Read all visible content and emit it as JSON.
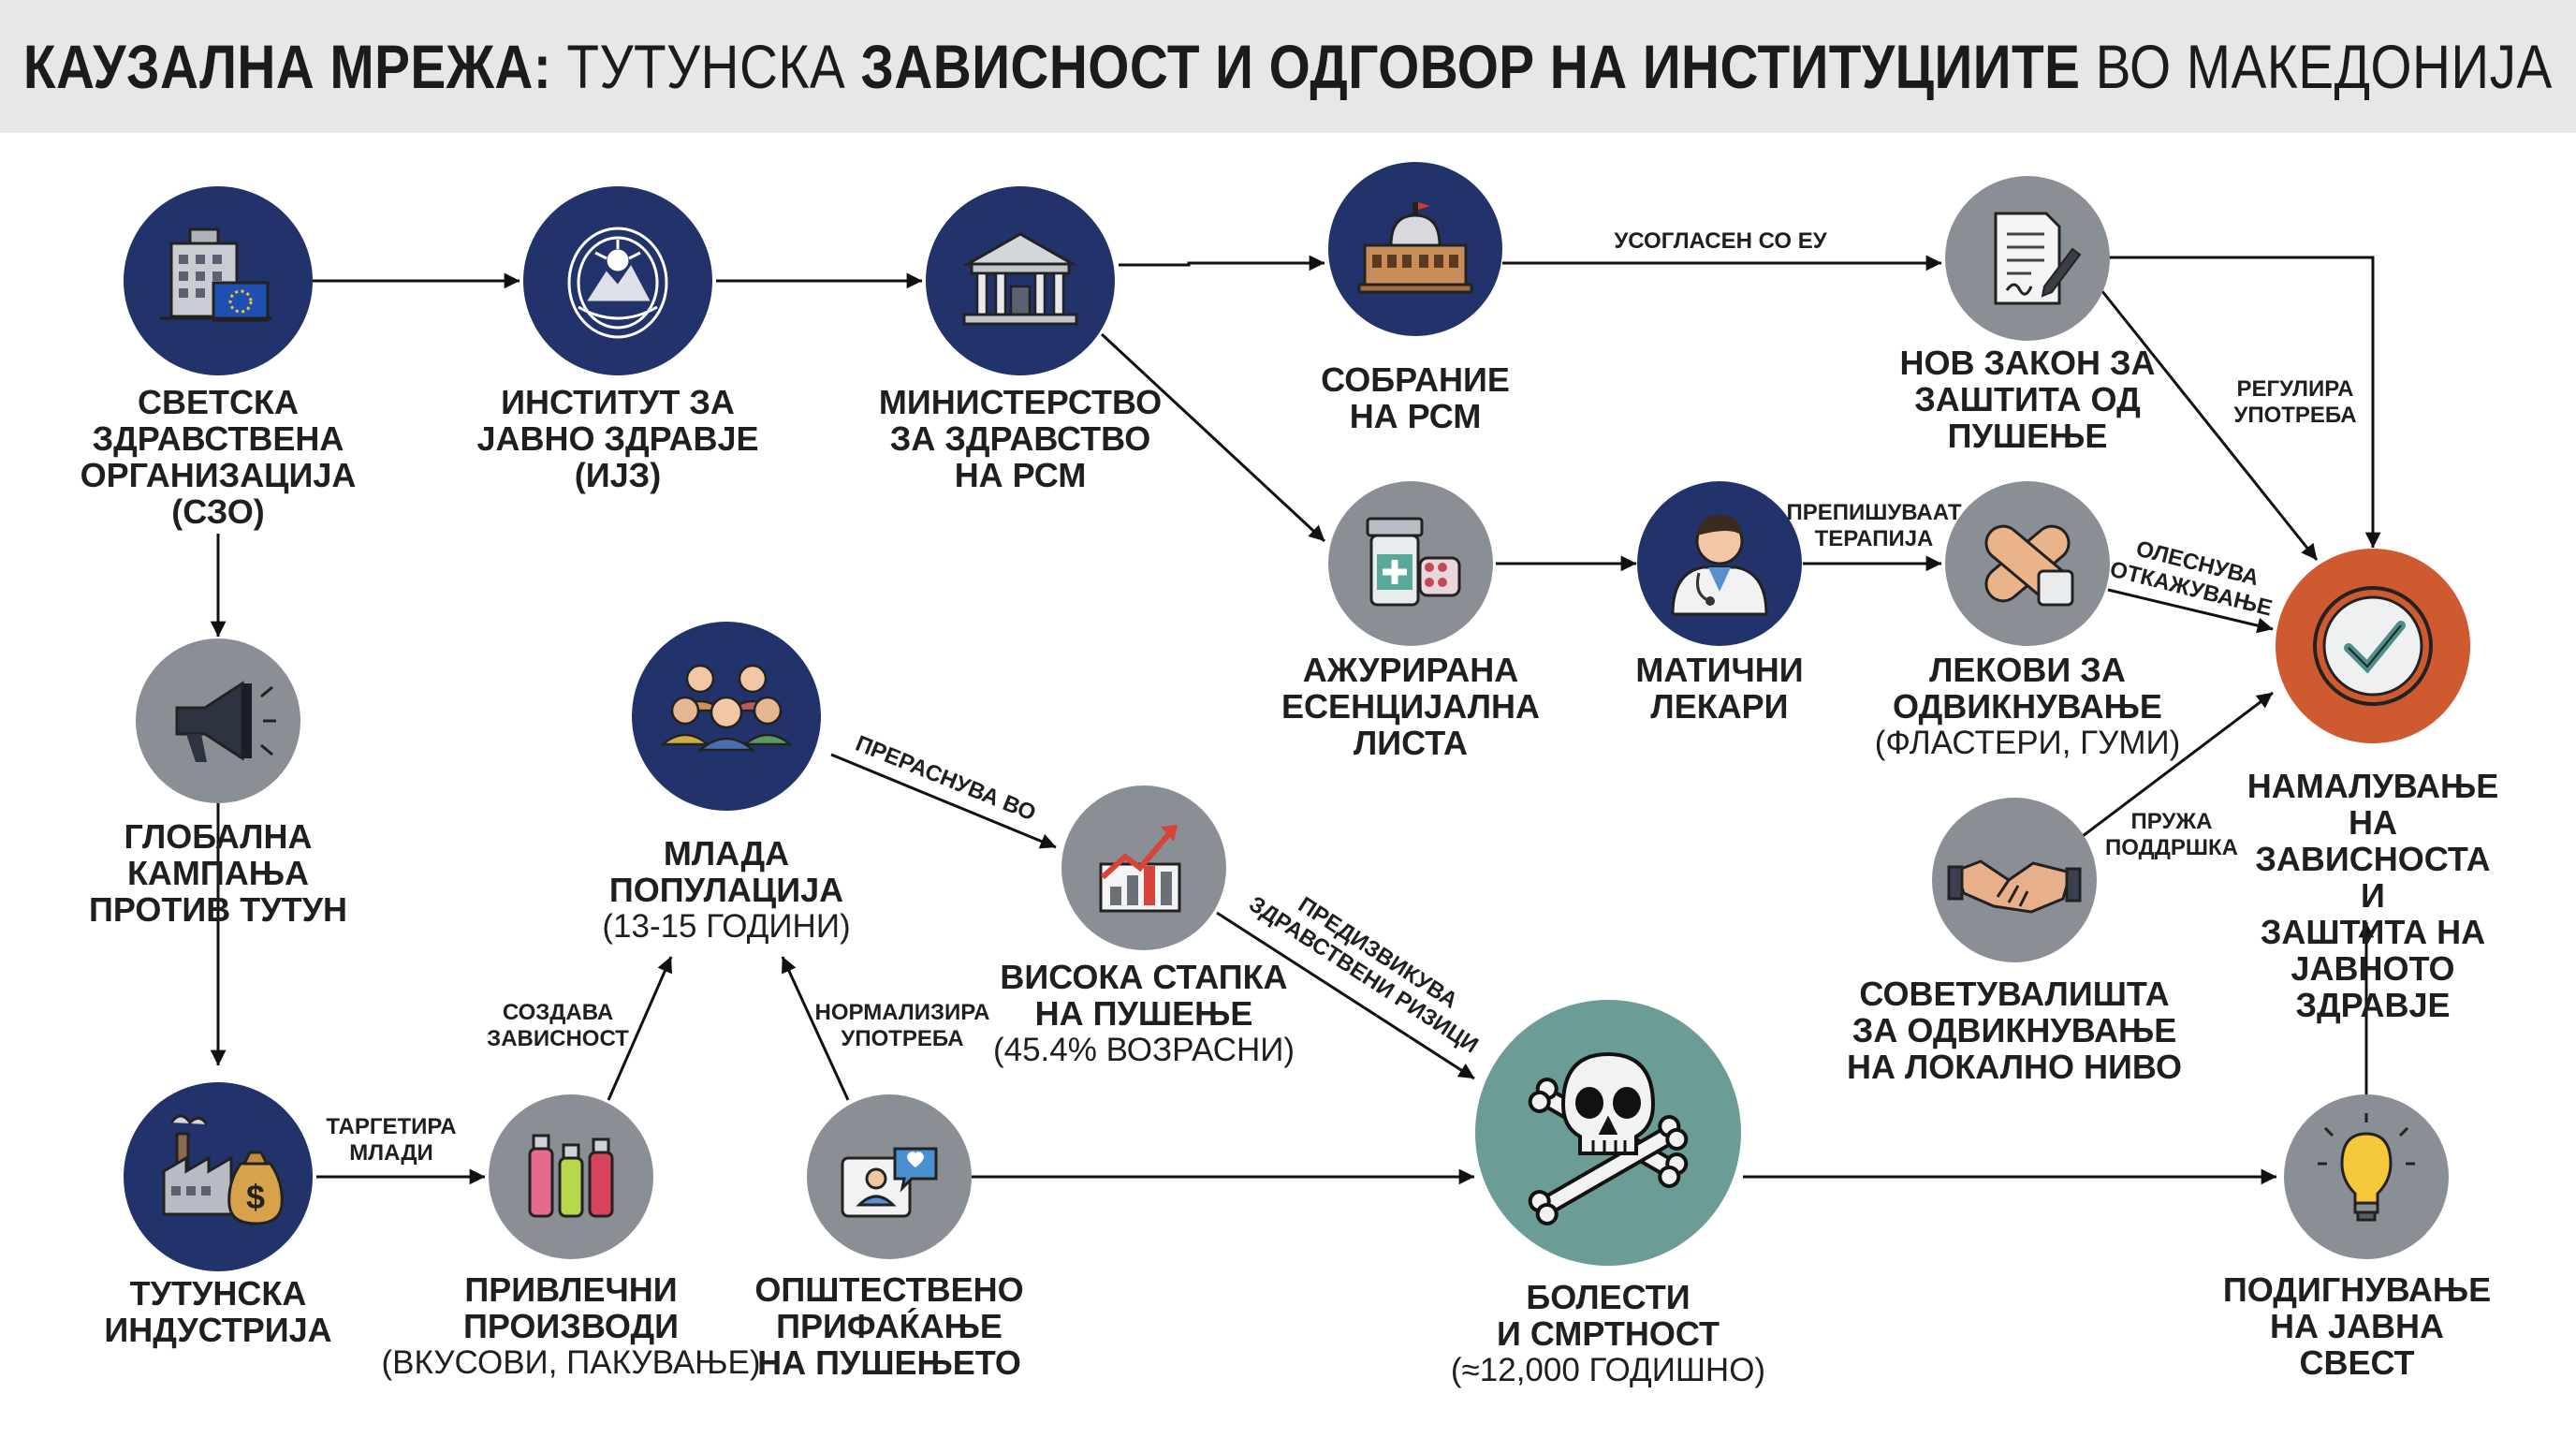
{
  "title": {
    "part1": "КАУЗАЛНА МРЕЖА:",
    "part2": "ТУТУНСКА",
    "part3": "ЗАВИСНОСТ И ОДГОВОР НА ИНСТИТУЦИИТЕ",
    "part4": "ВО МАКЕДОНИЈА"
  },
  "colors": {
    "navy": "#22326a",
    "gray": "#8a8e95",
    "teal": "#6c9c96",
    "orange": "#d05a30",
    "arrow": "#111111"
  },
  "nodes": {
    "who": {
      "label": "СВЕТСКА\nЗДРАВСТВЕНА\nОРГАНИЗАЦИЈА\n(СЗО)",
      "icon": "building-eu-flag-icon"
    },
    "ijz": {
      "label": "ИНСТИТУТ ЗА\nЈАВНО ЗДРАВЈЕ\n(ИЈЗ)",
      "icon": "coat-of-arms-icon"
    },
    "ministry": {
      "label": "МИНИСТЕРСТВО\nЗА ЗДРАВСТВО\nНА РСМ",
      "icon": "government-building-icon"
    },
    "parliament": {
      "label": "СОБРАНИЕ\nНА РСМ",
      "icon": "parliament-dome-icon"
    },
    "law": {
      "label": "НОВ ЗАКОН ЗА\nЗАШТИТА ОД\nПУШЕЊЕ",
      "icon": "document-pen-icon"
    },
    "campaign": {
      "label": "ГЛОБАЛНА\nКАМПАЊА\nПРОТИВ ТУТУН",
      "icon": "megaphone-icon"
    },
    "list": {
      "label": "АЖУРИРАНА\nЕСЕНЦИЈАЛНА\nЛИСТА",
      "icon": "medicine-bottle-icon"
    },
    "doctors": {
      "label": "МАТИЧНИ\nЛЕКАРИ",
      "icon": "doctor-icon"
    },
    "drugs": {
      "label": "ЛЕКОВИ ЗА\nОДВИКНУВАЊЕ",
      "sub": "(ФЛАСТЕРИ, ГУМИ)",
      "icon": "patch-icon"
    },
    "youth": {
      "label": "МЛАДА\nПОПУЛАЦИЈА",
      "sub": "(13-15 ГОДИНИ)",
      "icon": "people-group-icon"
    },
    "rate": {
      "label": "ВИСОКА СТАПКА\nНА ПУШЕЊЕ",
      "sub": "(45.4% ВОЗРАСНИ)",
      "icon": "rising-chart-icon"
    },
    "goal": {
      "label": "НАМАЛУВАЊЕ НА\nЗАВИСНОСТА И\nЗАШТИТА НА\nЈАВНОТО ЗДРАВЈЕ",
      "icon": "checkmark-icon"
    },
    "centers": {
      "label": "СОВЕТУВАЛИШТА\nЗА ОДВИКНУВАЊЕ\nНА ЛОКАЛНО НИВО",
      "icon": "handshake-icon"
    },
    "industry": {
      "label": "ТУТУНСКА\nИНДУСТРИЈА",
      "icon": "factory-money-icon"
    },
    "products": {
      "label": "ПРИВЛЕЧНИ\nПРОИЗВОДИ",
      "sub": "(ВКУСОВИ, ПАКУВАЊЕ)",
      "icon": "vape-devices-icon"
    },
    "acceptance": {
      "label": "ОПШТЕСТВЕНО\nПРИФАЌАЊЕ\nНА ПУШЕЊЕТО",
      "icon": "social-like-icon"
    },
    "disease": {
      "label": "БОЛЕСТИ\nИ СМРТНОСТ",
      "sub": "(≈12,000 ГОДИШНО)",
      "icon": "skull-crossbones-icon"
    },
    "awareness": {
      "label": "ПОДИГНУВАЊЕ\nНА ЈАВНА СВЕСТ",
      "icon": "lightbulb-icon"
    }
  },
  "edges": {
    "eu": "УСОГЛАСЕН СО ЕУ",
    "regulates": "РЕГУЛИРА\nУПОТРЕБА",
    "prescribe": "ПРЕПИШУВААТ\nТЕРАПИЈА",
    "ease": "ОЛЕСНУВА\nОТКАЖУВАЊЕ",
    "becomes": "ПРЕРАСНУВА ВО",
    "causes": "ПРЕДИЗВИКУВА\nЗДРАВСТВЕНИ РИЗИЦИ",
    "support": "ПРУЖА\nПОДДРШКА",
    "creates": "СОЗДАВА\nЗАВИСНОСТ",
    "normalizes": "НОРМАЛИЗИРА\nУПОТРЕБА",
    "targets": "ТАРГЕТИРА\nМЛАДИ"
  }
}
